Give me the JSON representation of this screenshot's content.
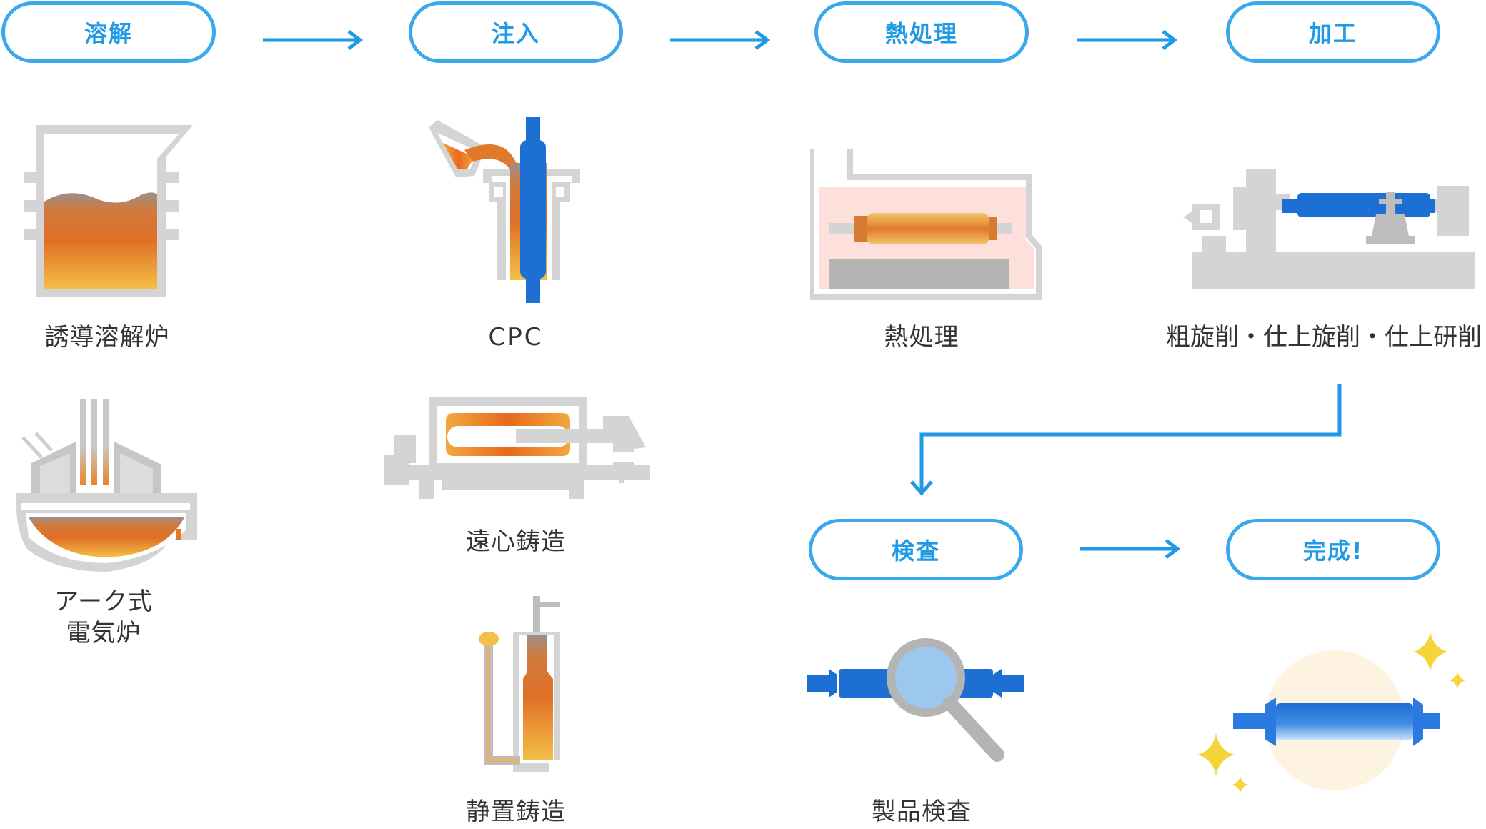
{
  "steps": {
    "melting": "溶解",
    "pouring": "注入",
    "heat_treatment": "熱処理",
    "machining": "加工",
    "inspection": "検査",
    "completion": "完成!"
  },
  "labels": {
    "induction_furnace": "誘導溶解炉",
    "arc_furnace_line1": "アーク式",
    "arc_furnace_line2": "電気炉",
    "cpc": "CPC",
    "centrifugal_casting": "遠心鋳造",
    "static_casting": "静置鋳造",
    "heat_treatment": "熱処理",
    "machining_processes": "粗旋削・仕上旋削・仕上研削",
    "product_inspection": "製品検査"
  },
  "colors": {
    "accent_blue": "#3aa8ec",
    "roll_blue": "#1e6fd4",
    "molten_orange": "#e07a2a",
    "molten_yellow": "#f2c04a",
    "equipment_gray": "#d4d4d4",
    "furnace_pink": "#fde0dc",
    "glow_cream": "#fdf3e0",
    "sparkle_yellow": "#f7d53a"
  }
}
